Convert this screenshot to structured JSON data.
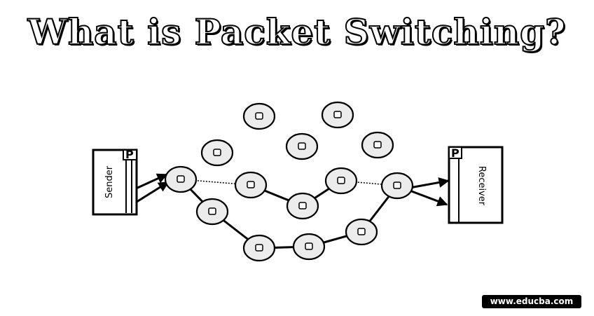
{
  "title": "What is Packet Switching?",
  "sender": {
    "label": "Sender",
    "tag": "P"
  },
  "receiver": {
    "label": "Receiver",
    "tag": "P"
  },
  "watermark": "www.educba.com"
}
